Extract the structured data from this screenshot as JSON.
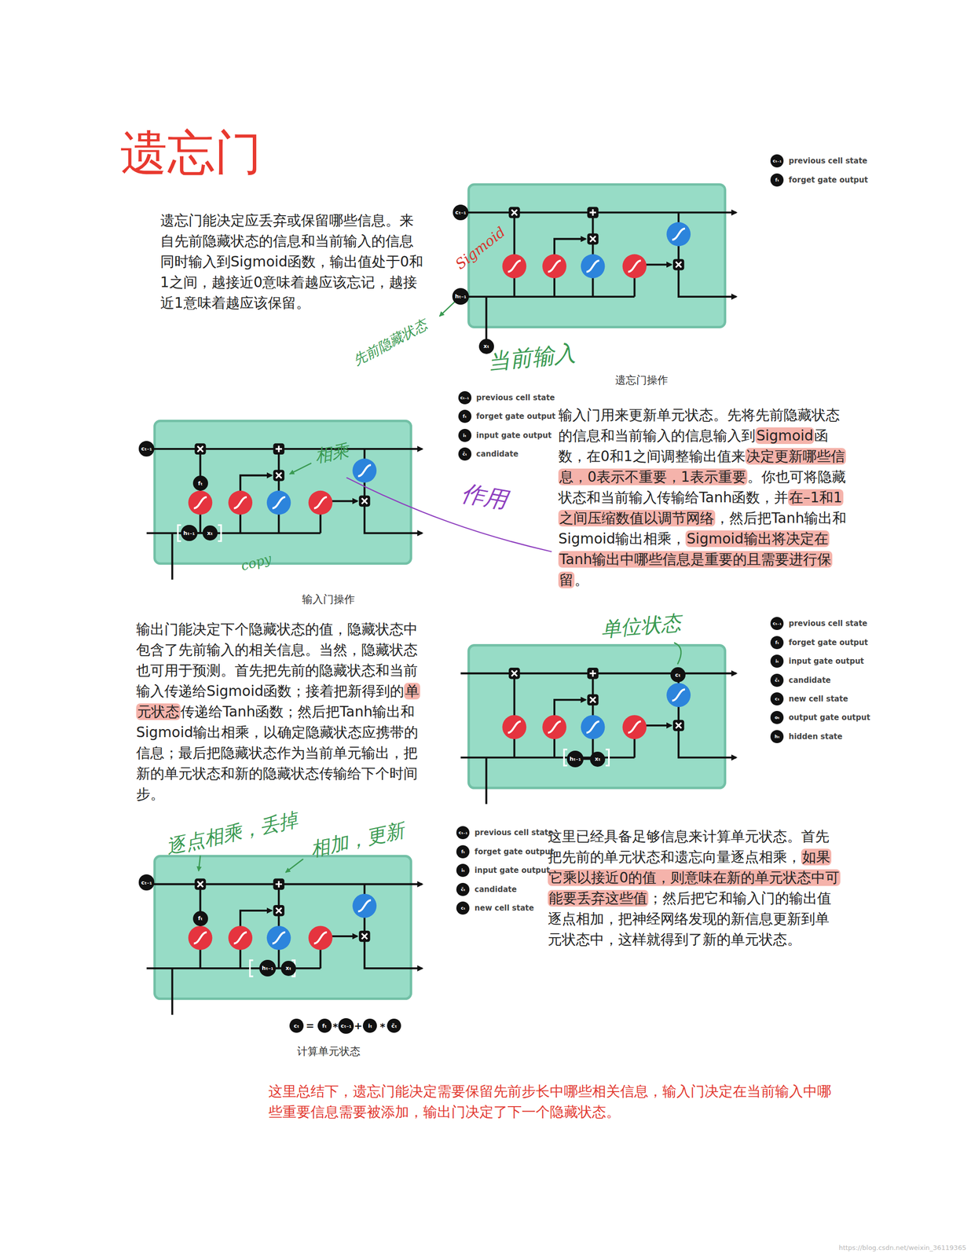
{
  "diagram": {
    "title": "遗忘门",
    "nodes": [
      {
        "text": [
          "cₜ₋₁"
        ]
      },
      {
        "text": [
          "hₜ₋₁"
        ]
      },
      {
        "text": [
          "xₜ"
        ]
      },
      {
        "text": [
          "cₜ₋₁"
        ]
      },
      {
        "text": [
          "fₜ"
        ]
      },
      {
        "text": [
          "hₜ₋₁"
        ]
      },
      {
        "text": [
          "xₜ"
        ]
      },
      {
        "text": [
          "cₜ"
        ]
      },
      {
        "text": [
          "hₜ₋₁"
        ]
      },
      {
        "text": [
          "xₜ"
        ]
      },
      {
        "text": [
          "cₜ₋₁"
        ]
      },
      {
        "text": [
          "fₜ"
        ]
      },
      {
        "text": [
          "hₜ₋₁"
        ]
      },
      {
        "text": [
          "xₜ"
        ]
      },
      {
        "text": [
          "cₜ"
        ]
      },
      {
        "text": [
          "fₜ"
        ]
      },
      {
        "text": [
          "cₜ₋₁"
        ]
      },
      {
        "text": [
          "iₜ"
        ]
      },
      {
        "text": [
          "c̃ₜ"
        ]
      }
    ],
    "edges": [
      {
        "from": 5,
        "to": 6,
        "arrow": "none"
      },
      {
        "from": 8,
        "to": 9,
        "arrow": "none"
      },
      {
        "from": 12,
        "to": 13,
        "arrow": "none"
      }
    ],
    "labels": [
      "遗忘门能决定应丢弃或保留哪些信息。来自先前隐藏状态的信息和当前输入的信息同时输入到Sigmoid函数，输出值处于0和1之间，越接近0意味着越应该忘记，越接近1意味着越应该保留。",
      "输入门用来更新单元状态。先将先前隐藏状态的信息和当前输入的信息输入到",
      "Sigmoid",
      "函数，在0和1之间调整输出值来",
      "决定更新哪些信息，0表示不重要，1表示重要",
      "。你也可将隐藏状态和当前输入传输给Tanh函数，并",
      "在–1和1之间压缩数值以调节网络",
      "，然后把Tanh输出和Sigmoid输出相乘，",
      "Sigmoid输出将决定在Tanh输出中哪些信息是重要的且需要进行保留",
      "。",
      "输出门能决定下个隐藏状态的值，隐藏状态中包含了先前输入的相关信息。当然，隐藏状态也可用于预测。首先把先前的隐藏状态和当前输入传递给Sigmoid函数；接着把新得到的",
      "单元状态",
      "传递给Tanh函数；然后把Tanh输出和Sigmoid输出相乘，以确定隐藏状态应携带的信息；最后把隐藏状态作为当前单元输出，把新的单元状态和新的隐藏状态传输给下个时间步。",
      "这里已经具备足够信息来计算单元状态。首先把先前的单元状态和遗忘向量逐点相乘，",
      "如果它乘以接近0的值，则意味在新的单元状态中可能要丢弃这些值",
      "；然后把它和输入门的输出值逐点相加，把神经网络发现的新信息更新到单元状态中，这样就得到了新的单元状态。",
      "这里总结下，遗忘门能决定需要保留先前步长中哪些相关信息，输入门决定在当前输入中哪些重要信息需要被添加，输出门决定了下一个隐藏状态。",
      "遗忘门操作",
      "输入门操作",
      "计算单元状态",
      "Sigmoid",
      "先前隐藏状态",
      "当前输入",
      "相乘",
      "作用",
      "copy",
      "单位状态",
      "逐点相乘，丢掉",
      "相加，更新",
      "=",
      "*",
      "+",
      "*",
      "https://blog.csdn.net/weixin_36119365",
      "cₜ₋₁",
      "fₜ",
      "cₜ₋₁",
      "fₜ",
      "iₜ",
      "c̃ₜ",
      "cₜ₋₁",
      "fₜ",
      "iₜ",
      "c̃ₜ",
      "cₜ",
      "oₜ",
      "hₜ",
      "cₜ₋₁",
      "fₜ",
      "iₜ",
      "c̃ₜ",
      "cₜ"
    ],
    "legend": [
      {
        "text": "previous cell state"
      },
      {
        "text": "forget gate output"
      },
      {
        "text": "previous cell state"
      },
      {
        "text": "forget gate output"
      },
      {
        "text": "input gate output"
      },
      {
        "text": "candidate"
      },
      {
        "text": "previous cell state"
      },
      {
        "text": "forget gate output"
      },
      {
        "text": "input gate output"
      },
      {
        "text": "candidate"
      },
      {
        "text": "new cell state"
      },
      {
        "text": "output gate output"
      },
      {
        "text": "hidden state"
      },
      {
        "text": "previous cell state"
      },
      {
        "text": "forget gate output"
      },
      {
        "text": "input gate output"
      },
      {
        "text": "candidate"
      },
      {
        "text": "new cell state"
      }
    ]
  }
}
